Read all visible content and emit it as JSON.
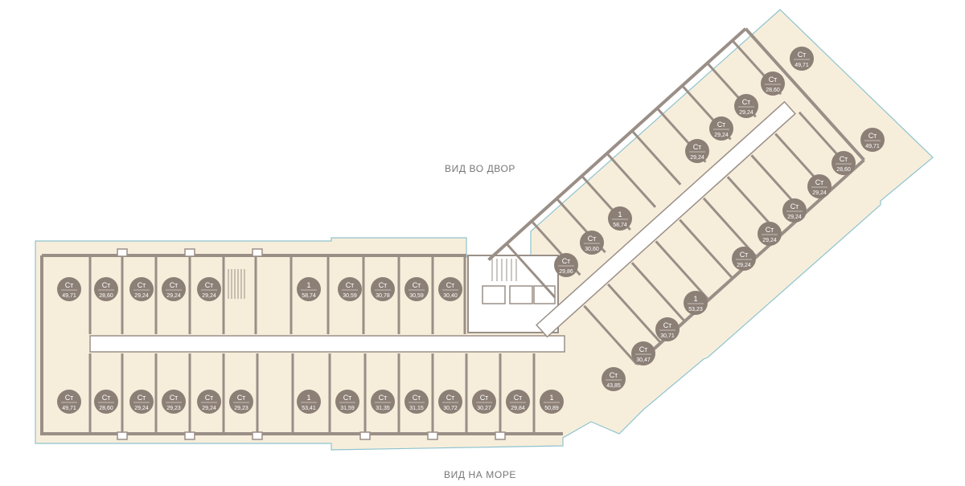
{
  "labels": {
    "view_yard": "ВИД ВО ДВОР",
    "view_sea": "ВИД НА МОРЕ"
  },
  "colors": {
    "background": "#ffffff",
    "unit_fill": "#f6eedb",
    "wall": "#9a8f87",
    "badge": "#8c7f76",
    "badge_text": "#ffffff",
    "corridor": "#ffffff",
    "glass": "#8fc3cf"
  },
  "units": {
    "left_top": [
      {
        "type": "Ст",
        "area": "49,71"
      },
      {
        "type": "Ст",
        "area": "28,60"
      },
      {
        "type": "Ст",
        "area": "29,24"
      },
      {
        "type": "Ст",
        "area": "29,24"
      },
      {
        "type": "Ст",
        "area": "29,24"
      },
      {
        "type": "1",
        "area": "58,74"
      },
      {
        "type": "Ст",
        "area": "30,59"
      },
      {
        "type": "Ст",
        "area": "30,78"
      },
      {
        "type": "Ст",
        "area": "30,59"
      },
      {
        "type": "Ст",
        "area": "30,40"
      }
    ],
    "left_bottom": [
      {
        "type": "Ст",
        "area": "49,71"
      },
      {
        "type": "Ст",
        "area": "28,60"
      },
      {
        "type": "Ст",
        "area": "29,24"
      },
      {
        "type": "Ст",
        "area": "29,23"
      },
      {
        "type": "Ст",
        "area": "29,24"
      },
      {
        "type": "Ст",
        "area": "29,23"
      },
      {
        "type": "1",
        "area": "53,41"
      },
      {
        "type": "Ст",
        "area": "31,59"
      },
      {
        "type": "Ст",
        "area": "31,35"
      },
      {
        "type": "Ст",
        "area": "31,15"
      },
      {
        "type": "Ст",
        "area": "30,72"
      },
      {
        "type": "Ст",
        "area": "30,27"
      },
      {
        "type": "Ст",
        "area": "29,84"
      },
      {
        "type": "1",
        "area": "50,89"
      }
    ],
    "right_top": [
      {
        "type": "Ст",
        "area": "29,86"
      },
      {
        "type": "Ст",
        "area": "30,60"
      },
      {
        "type": "1",
        "area": "58,74"
      },
      {
        "type": "Ст",
        "area": "29,24"
      },
      {
        "type": "Ст",
        "area": "29,24"
      },
      {
        "type": "Ст",
        "area": "29,24"
      },
      {
        "type": "Ст",
        "area": "28,60"
      },
      {
        "type": "Ст",
        "area": "49,71"
      }
    ],
    "right_bottom": [
      {
        "type": "Ст",
        "area": "43,85"
      },
      {
        "type": "Ст",
        "area": "30,47"
      },
      {
        "type": "Ст",
        "area": "30,71"
      },
      {
        "type": "1",
        "area": "53,23"
      },
      {
        "type": "Ст",
        "area": "29,24"
      },
      {
        "type": "Ст",
        "area": "29,24"
      },
      {
        "type": "Ст",
        "area": "29,24"
      },
      {
        "type": "Ст",
        "area": "29,24"
      },
      {
        "type": "Ст",
        "area": "28,60"
      },
      {
        "type": "Ст",
        "area": "49,71"
      }
    ]
  }
}
